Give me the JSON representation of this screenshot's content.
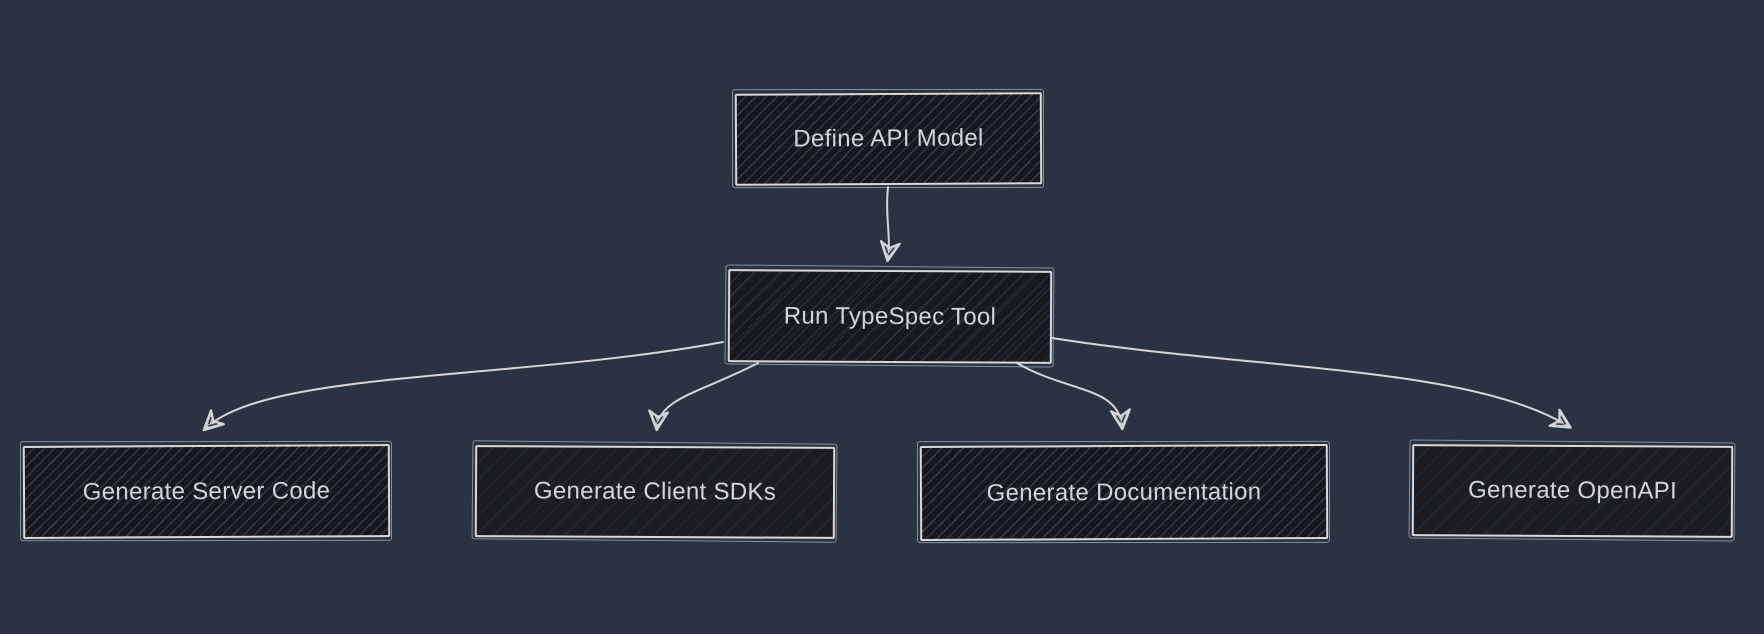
{
  "diagram": {
    "type": "flowchart",
    "style": "hand-drawn",
    "colors": {
      "background": "#2a3342",
      "node_fill": "#16181e",
      "node_border": "#d7d9dc",
      "edge_stroke": "#d4d6da",
      "text": "#d3d5d8"
    },
    "nodes": [
      {
        "id": "define-api-model",
        "label": "Define API Model"
      },
      {
        "id": "run-typespec-tool",
        "label": "Run TypeSpec Tool"
      },
      {
        "id": "generate-server-code",
        "label": "Generate Server Code"
      },
      {
        "id": "generate-client-sdks",
        "label": "Generate Client SDKs"
      },
      {
        "id": "generate-documentation",
        "label": "Generate Documentation"
      },
      {
        "id": "generate-openapi",
        "label": "Generate OpenAPI"
      }
    ],
    "edges": [
      {
        "from": "define-api-model",
        "to": "run-typespec-tool"
      },
      {
        "from": "run-typespec-tool",
        "to": "generate-server-code"
      },
      {
        "from": "run-typespec-tool",
        "to": "generate-client-sdks"
      },
      {
        "from": "run-typespec-tool",
        "to": "generate-documentation"
      },
      {
        "from": "run-typespec-tool",
        "to": "generate-openapi"
      }
    ]
  }
}
